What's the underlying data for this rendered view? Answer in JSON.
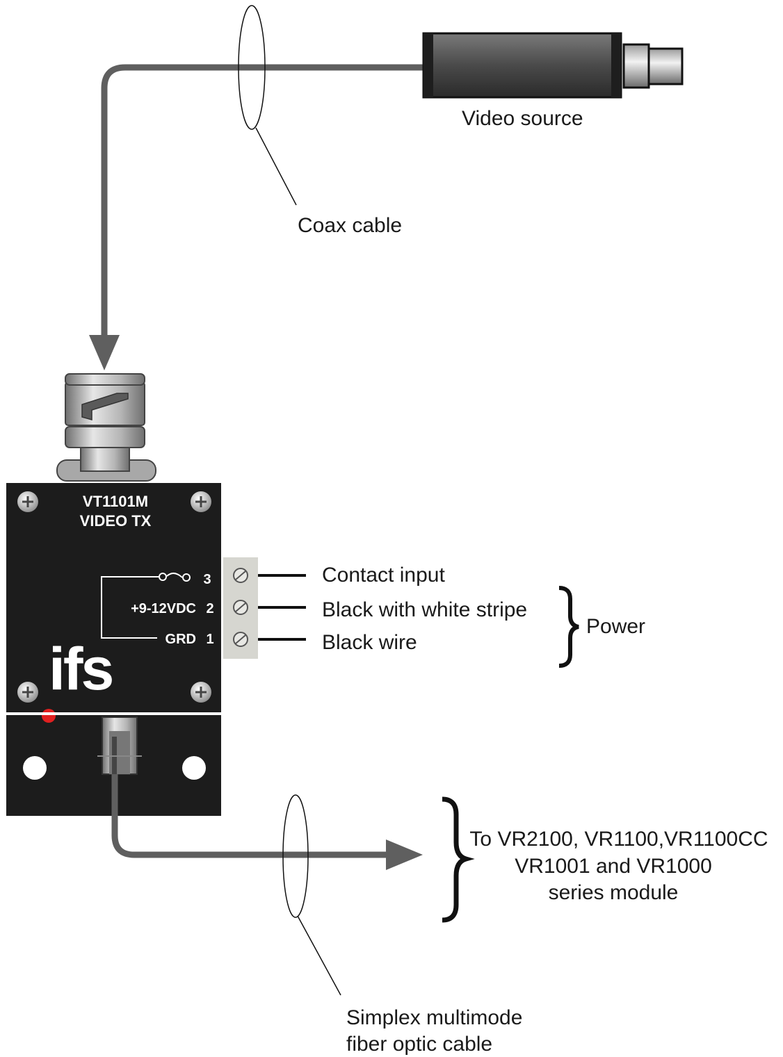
{
  "labels": {
    "video_source": "Video source",
    "coax_cable": "Coax cable",
    "contact_input": "Contact input",
    "black_white_stripe": "Black with white stripe",
    "black_wire": "Black wire",
    "power": "Power",
    "destination_line1": "To VR2100, VR1100,VR1100CC",
    "destination_line2": "VR1001 and VR1000",
    "destination_line3": "series module",
    "fiber_line1": "Simplex multimode",
    "fiber_line2": "fiber optic cable"
  },
  "device": {
    "model": "VT1101M",
    "type": "VIDEO TX",
    "brand": "ifs",
    "terminals": [
      {
        "number": "3",
        "label": ""
      },
      {
        "number": "2",
        "label": "+9-12VDC"
      },
      {
        "number": "1",
        "label": "GRD"
      }
    ]
  },
  "colors": {
    "cable": "#5f5f5f",
    "device_body": "#1c1c1c",
    "terminal_block": "#d6d6d0",
    "led": "#e02020",
    "connector_metal": "#a8a8a8"
  }
}
